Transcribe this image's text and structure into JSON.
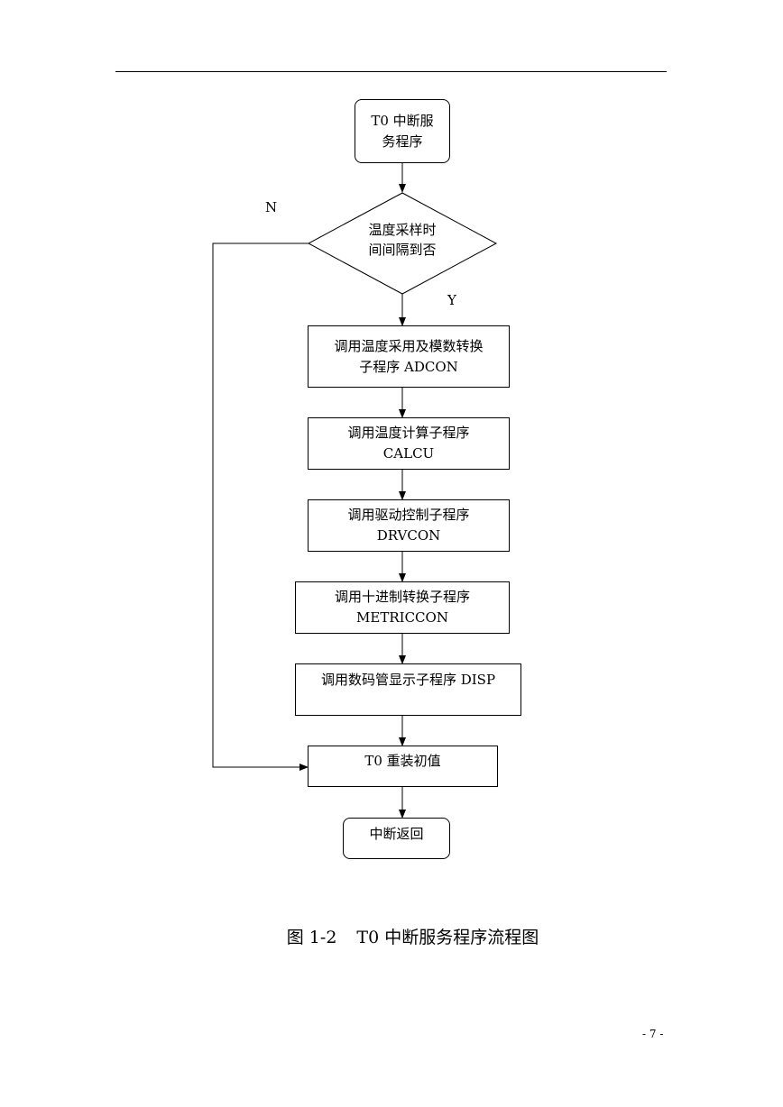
{
  "flowchart": {
    "start": "T0 中断服\n务程序",
    "decision": "温度采样时\n间间隔到否",
    "label_no": "N",
    "label_yes": "Y",
    "step_adc": "调用温度采用及模数转换\n子程序 ADCON",
    "step_calc": "调用温度计算子程序\nCALCU",
    "step_drv": "调用驱动控制子程序\nDRVCON",
    "step_metric": "调用十进制转换子程序\nMETRICCON",
    "step_disp": "调用数码管显示子程序 DISP",
    "step_reload": "T0 重装初值",
    "end": "中断返回"
  },
  "caption": {
    "figure_no": "图 1-2",
    "title": "T0 中断服务程序流程图"
  },
  "page_number": "- 7 -"
}
